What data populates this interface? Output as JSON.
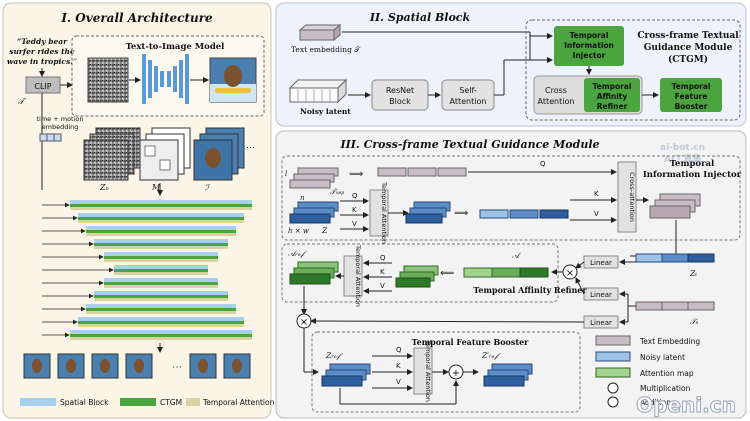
{
  "panel1": {
    "title": "I.  Overall Architecture",
    "prompt_line1": "“Teddy bear",
    "prompt_line2": "surfer rides the",
    "prompt_line3": "wave in tropics.”",
    "clip_label": "CLIP",
    "tau_label": "𝒯",
    "t2i_label": "Text-to-Image Model",
    "time_motion_line1": "time + motion",
    "time_motion_line2": "embedding",
    "zn_label": "𝑍ₙ",
    "m_label": "𝑀",
    "i_label": "ℐ",
    "ellipsis": "⋯",
    "legend": [
      {
        "label": "Spatial Block",
        "color": "#a9cfee"
      },
      {
        "label": "CTGM",
        "color": "#4aa53e"
      },
      {
        "label": "Temporal Attention",
        "color": "#d9d3a0"
      }
    ]
  },
  "panel2": {
    "title": "II.  Spatial Block",
    "text_embedding": "Text embedding 𝒯",
    "noisy_latent": "Noisy latent",
    "resnet_line1": "ResNet",
    "resnet_line2": "Block",
    "self_line1": "Self-",
    "self_line2": "Attention",
    "tii_line1": "Temporal",
    "tii_line2": "Information",
    "tii_line3": "Injector",
    "cross_line1": "Cross",
    "cross_line2": "Attention",
    "tar_line1": "Temporal",
    "tar_line2": "Affinity",
    "tar_line3": "Refiner",
    "tfb_line1": "Temporal",
    "tfb_line2": "Feature",
    "tfb_line3": "Booster",
    "ctgm_line1": "Cross-frame Textual",
    "ctgm_line2": "Guidance Module",
    "ctgm_line3": "(CTGM)"
  },
  "panel3": {
    "title": "III.  Cross-frame Textual Guidance Module",
    "tii_title_line1": "Temporal",
    "tii_title_line2": "Information Injector",
    "cross_attention": "Cross-attention",
    "temporal_attention": "Temporal Attention",
    "q": "Q",
    "k": "K",
    "v": "V",
    "trep": "𝒯ₓₑₚ",
    "n": "n",
    "l": "l",
    "hw": "h × w",
    "z": "𝑍",
    "zt": "𝑍ₜ",
    "ts": "𝒯ₛ",
    "aref": "𝒜ᵣₑ𝒻",
    "a": "𝒜",
    "linear": "Linear",
    "times": "×",
    "plus": "+",
    "tar_title": "Temporal Affinity Refiner",
    "tfb_title": "Temporal Feature Booster",
    "zref": "𝑍ᵣₑ𝒻",
    "zref_prime": "𝑍′ᵣₑ𝒻",
    "legend": [
      {
        "label": "Text Embedding",
        "color": "#c9bcc4"
      },
      {
        "label": "Noisy latent",
        "color": "#9cc3ea"
      },
      {
        "label": "Attention map",
        "color": "#a3d28e"
      },
      {
        "label": "Multiplication",
        "color": "#ffffff"
      },
      {
        "label": "Addition",
        "color": "#ffffff"
      }
    ]
  },
  "watermark_top": "ai-bot.cn",
  "watermark_top2": "AI工具集",
  "watermark_bottom": "Openi.cn"
}
